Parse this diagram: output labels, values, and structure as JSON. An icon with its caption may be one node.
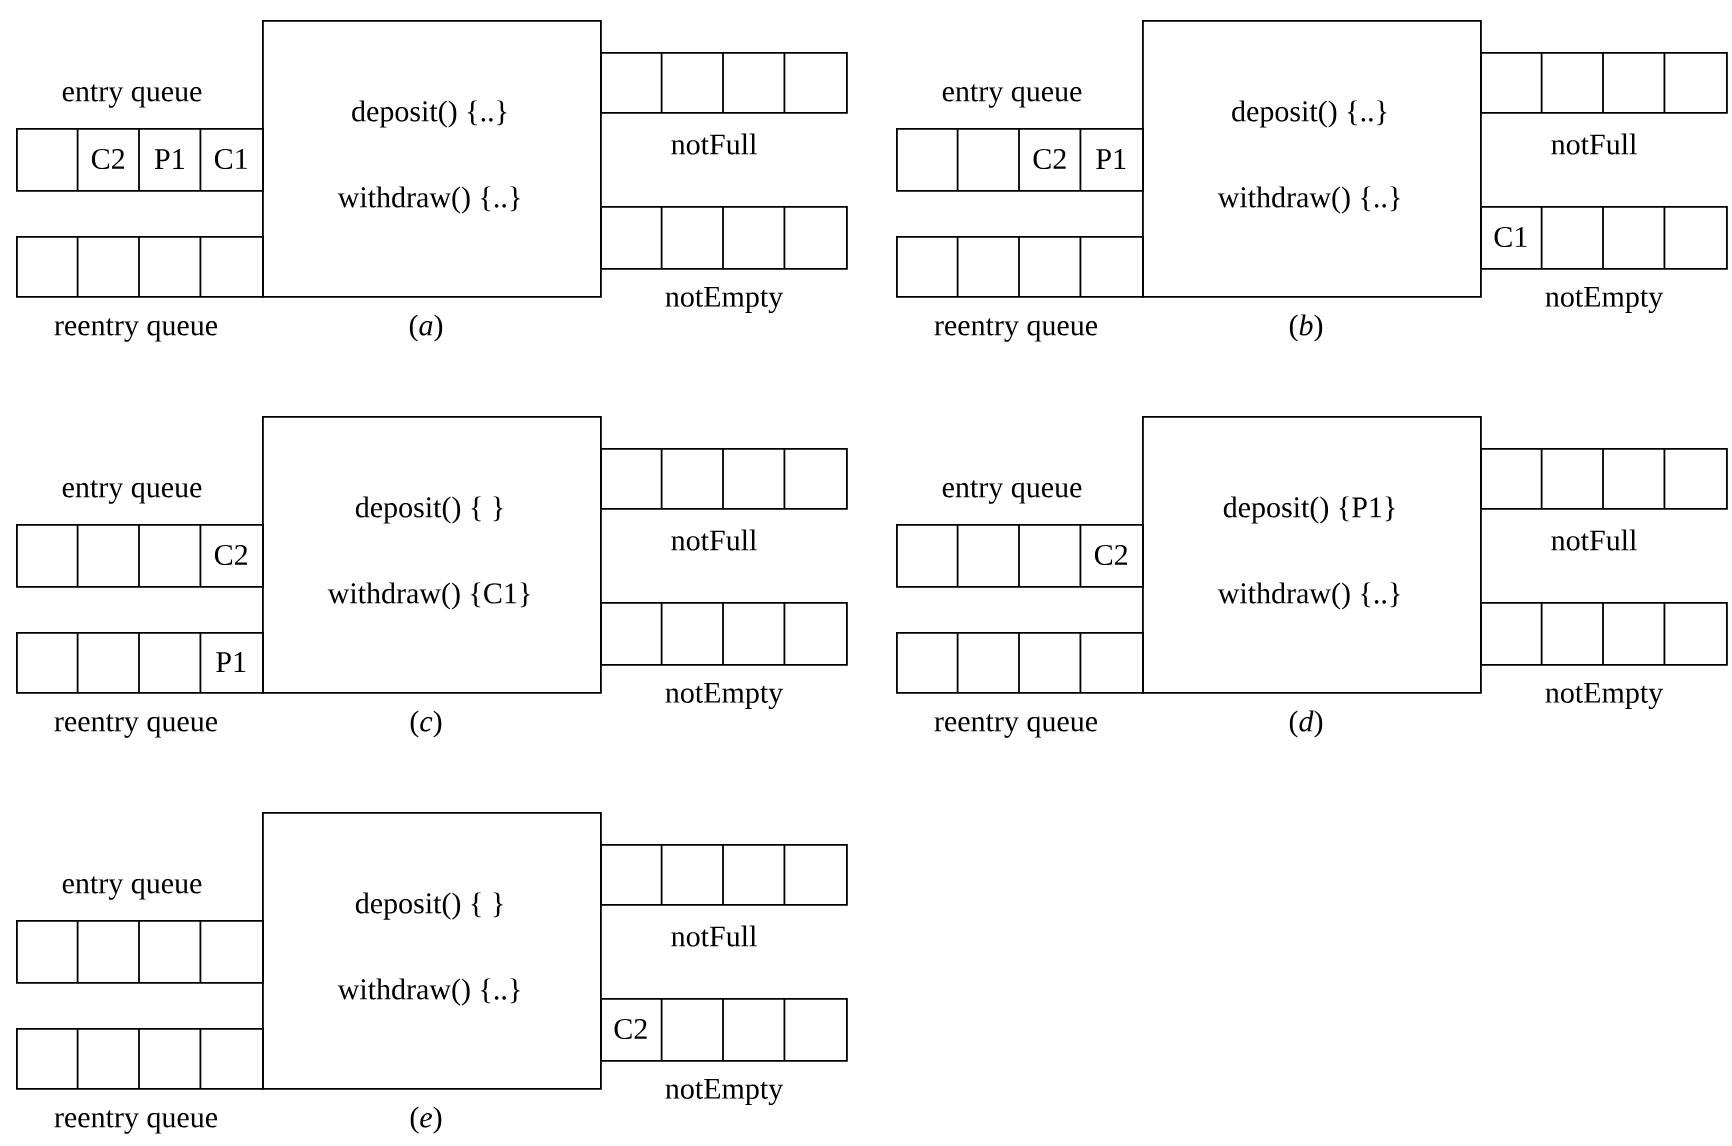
{
  "diagram": {
    "nodes": [
      {
        "text": [
          "C2",
          "P1",
          "C1"
        ],
        "beside": [
          "entry queue"
        ]
      },
      {
        "text": [],
        "shape": "box",
        "beside": [
          "reentry queue"
        ]
      },
      {
        "text": [
          "deposit() {..}",
          "withdraw() {..}"
        ],
        "beside": [
          "(*a*)"
        ]
      },
      {
        "text": [],
        "shape": "box",
        "beside": [
          "notFull"
        ]
      },
      {
        "text": [],
        "shape": "box",
        "beside": [
          "notEmpty"
        ]
      },
      {
        "text": [
          "C2",
          "P1"
        ],
        "beside": [
          "entry queue"
        ]
      },
      {
        "text": [],
        "shape": "box",
        "beside": [
          "reentry queue"
        ]
      },
      {
        "text": [
          "deposit() {..}",
          "withdraw() {..}"
        ],
        "beside": [
          "(*b*)"
        ]
      },
      {
        "text": [],
        "shape": "box",
        "beside": [
          "notFull"
        ]
      },
      {
        "text": [
          "C1"
        ],
        "beside": [
          "notEmpty"
        ]
      },
      {
        "text": [
          "C2"
        ],
        "beside": [
          "entry queue"
        ]
      },
      {
        "text": [
          "P1"
        ],
        "beside": [
          "reentry queue"
        ]
      },
      {
        "text": [
          "deposit() { }",
          "withdraw() {C1}"
        ],
        "beside": [
          "(*c*)"
        ]
      },
      {
        "text": [],
        "shape": "box",
        "beside": [
          "notFull"
        ]
      },
      {
        "text": [],
        "shape": "box",
        "beside": [
          "notEmpty"
        ]
      },
      {
        "text": [
          "C2"
        ],
        "beside": [
          "entry queue"
        ]
      },
      {
        "text": [],
        "shape": "box",
        "beside": [
          "reentry queue"
        ]
      },
      {
        "text": [
          "deposit() {P1}",
          "withdraw() {..}"
        ],
        "beside": [
          "(*d*)"
        ]
      },
      {
        "text": [],
        "shape": "box",
        "beside": [
          "notFull"
        ]
      },
      {
        "text": [],
        "shape": "box",
        "beside": [
          "notEmpty"
        ]
      },
      {
        "text": [],
        "shape": "box",
        "beside": [
          "entry queue"
        ]
      },
      {
        "text": [],
        "shape": "box",
        "beside": [
          "reentry queue"
        ]
      },
      {
        "text": [
          "deposit() { }",
          "withdraw() {..}"
        ],
        "beside": [
          "(*e*)"
        ]
      },
      {
        "text": [],
        "shape": "box",
        "beside": [
          "notFull"
        ]
      },
      {
        "text": [
          "C2"
        ],
        "beside": [
          "notEmpty"
        ]
      }
    ]
  }
}
